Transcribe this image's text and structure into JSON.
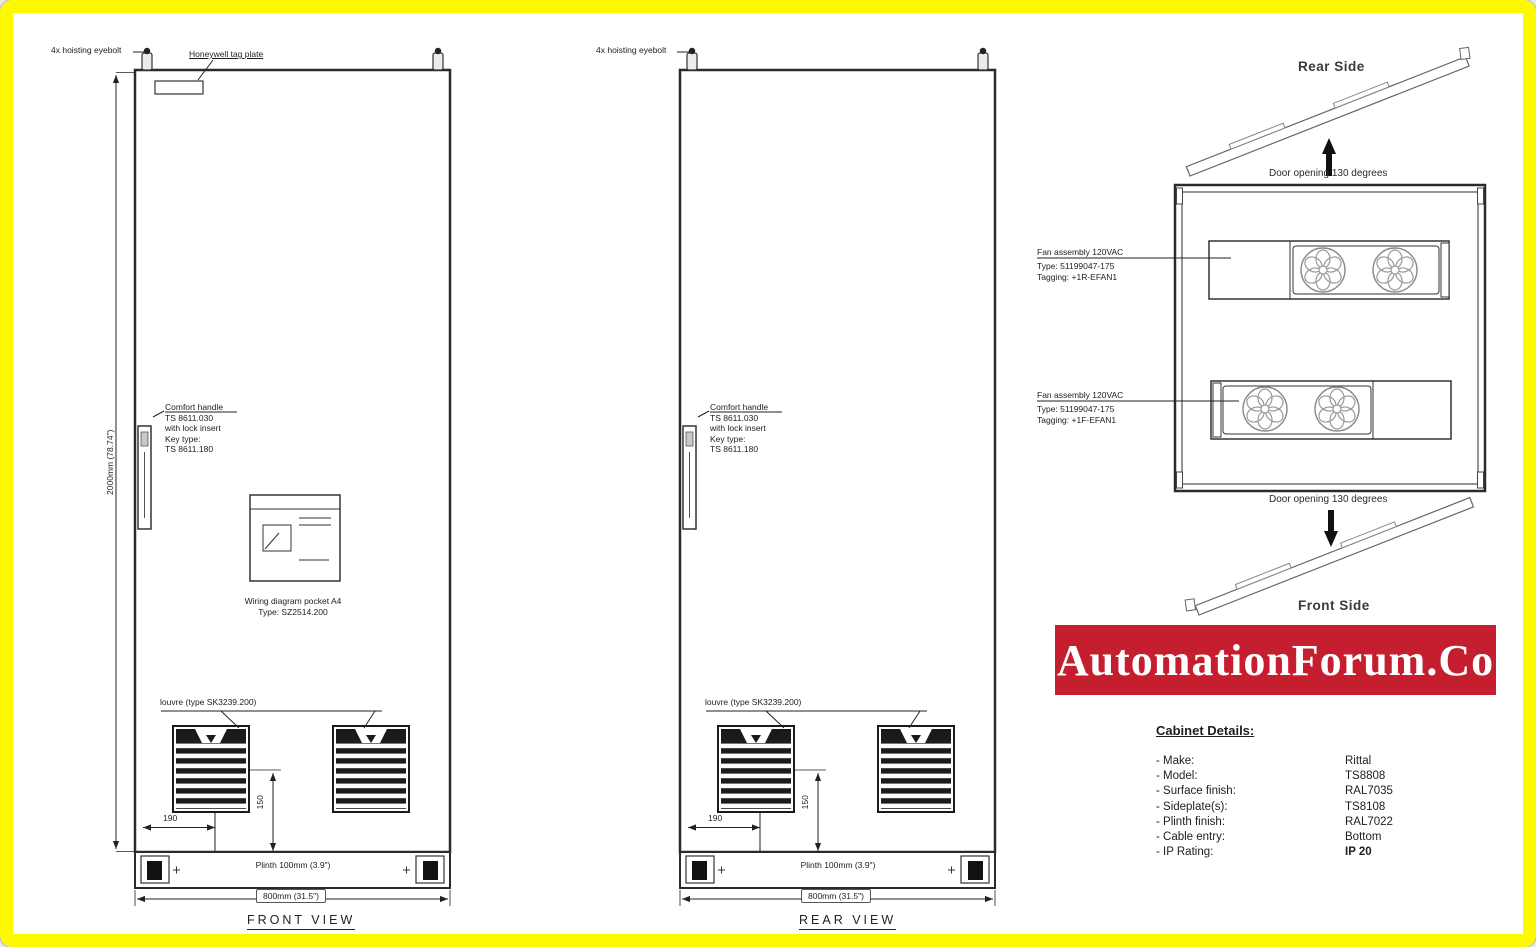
{
  "frame": {
    "border_color": "#fdf900",
    "banner_bg": "#c41e2f",
    "line_color": "#2b2b2b"
  },
  "banner": {
    "text": "AutomationForum.Co"
  },
  "front_view": {
    "title": "FRONT VIEW",
    "hoisting_label": "4x hoisting eyebolt",
    "tag_plate_label": "Honeywell tag plate",
    "height_dim": "2000mm (78.74\")",
    "handle_note": "Comfort handle\nTS 8611.030\nwith lock insert\nKey type:\nTS 8611.180",
    "pocket_note": "Wiring diagram pocket A4\nType: SZ2514.200",
    "louvre_note": "louvre (type SK3239.200)",
    "dim_offset_h": "190",
    "dim_offset_v": "150",
    "plinth_label": "Plinth 100mm (3.9\")",
    "width_dim": "800mm (31.5\")"
  },
  "rear_view": {
    "title": "REAR VIEW",
    "hoisting_label": "4x hoisting eyebolt",
    "handle_note": "Comfort handle\nTS 8611.030\nwith lock insert\nKey type:\nTS 8611.180",
    "louvre_note": "louvre (type SK3239.200)",
    "dim_offset_h": "190",
    "dim_offset_v": "150",
    "plinth_label": "Plinth 100mm (3.9\")",
    "width_dim": "800mm (31.5\")"
  },
  "top_view": {
    "rear_side_label": "Rear Side",
    "front_side_label": "Front Side",
    "door_opening_top": "Door opening 130 degrees",
    "door_opening_bottom": "Door opening 130 degrees",
    "fan1": {
      "title": "Fan assembly 120VAC",
      "details": "Type: 51199047-175\nTagging: +1R-EFAN1"
    },
    "fan2": {
      "title": "Fan assembly 120VAC",
      "details": "Type: 51199047-175\nTagging: +1F-EFAN1"
    }
  },
  "cabinet_details": {
    "title": "Cabinet Details:",
    "rows": [
      {
        "label": "- Make:",
        "value": "Rittal"
      },
      {
        "label": "- Model:",
        "value": "TS8808"
      },
      {
        "label": "- Surface finish:",
        "value": "RAL7035"
      },
      {
        "label": "- Sideplate(s):",
        "value": "TS8108"
      },
      {
        "label": "- Plinth finish:",
        "value": "RAL7022"
      },
      {
        "label": "- Cable entry:",
        "value": "Bottom"
      },
      {
        "label": "- IP Rating:",
        "value": "IP 20"
      }
    ]
  }
}
